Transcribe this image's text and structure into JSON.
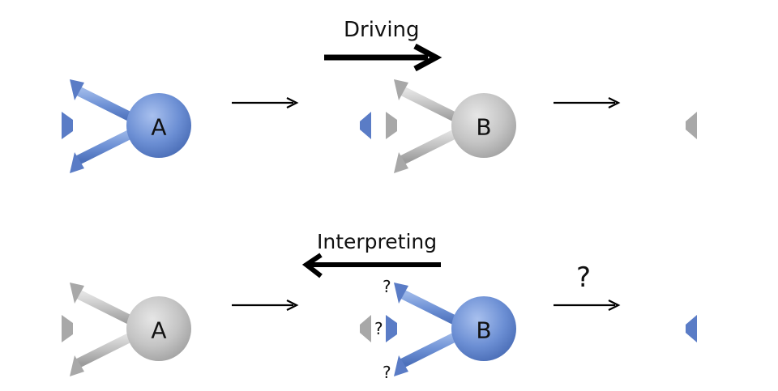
{
  "colors": {
    "active_fill": "#7093d6",
    "active_dark": "#4a70bd",
    "inactive_fill": "#c4c4c4",
    "inactive_dark": "#9a9a9a",
    "arrow": "#000000"
  },
  "top": {
    "label": "Driving",
    "neuron_a": {
      "label": "A",
      "state": "active"
    },
    "neuron_b": {
      "label": "B",
      "state": "inactive"
    }
  },
  "bottom": {
    "label": "Interpreting",
    "neuron_a": {
      "label": "A",
      "state": "inactive"
    },
    "neuron_b": {
      "label": "B",
      "state": "active"
    },
    "input_marks": [
      "?",
      "?",
      "?"
    ],
    "output_mark": "?"
  }
}
